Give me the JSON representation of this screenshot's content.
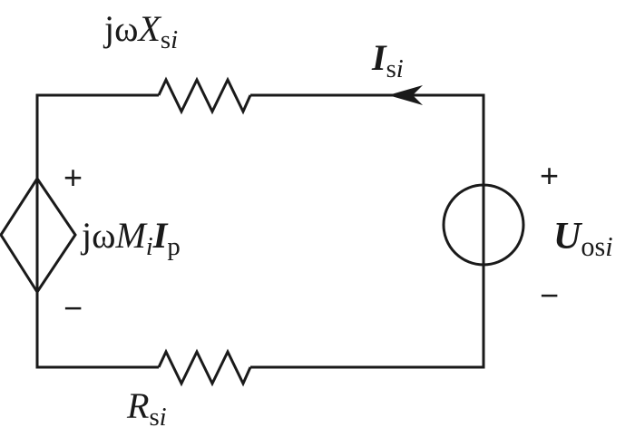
{
  "diagram": {
    "type": "circuit",
    "components": {
      "top_reactance": {
        "symbol": "resistor",
        "label_prefix": "jω",
        "label_main": "X",
        "label_sub_upright": "s",
        "label_sub_italic": "i"
      },
      "bottom_resistor": {
        "symbol": "resistor",
        "label_main": "R",
        "label_sub_upright": "s",
        "label_sub_italic": "i"
      },
      "dependent_source": {
        "symbol": "diamond-voltage-source",
        "label_prefix": "jω",
        "label_main": "M",
        "label_sub_italic": "i",
        "label_current": "I",
        "label_current_sub": "p",
        "plus": "+",
        "minus": "−"
      },
      "voltage_source": {
        "symbol": "circle-voltage-source",
        "label_main": "U",
        "label_sub_upright": "os",
        "label_sub_italic": "i",
        "plus": "+",
        "minus": "−"
      },
      "current_arrow": {
        "direction": "left",
        "label_main": "I",
        "label_sub_upright": "s",
        "label_sub_italic": "i"
      }
    },
    "stroke_color": "#1a1a1a"
  }
}
